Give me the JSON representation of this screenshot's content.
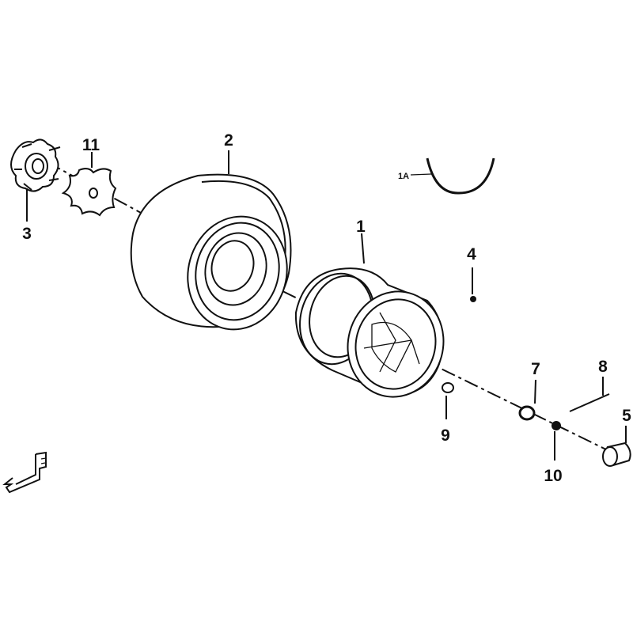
{
  "diagram": {
    "callouts": {
      "p1": "1",
      "p1a": "1A",
      "p2": "2",
      "p3": "3",
      "p4": "4",
      "p5": "5",
      "p7": "7",
      "p8": "8",
      "p9": "9",
      "p10": "10",
      "p11": "11"
    },
    "front_marker": "F"
  }
}
